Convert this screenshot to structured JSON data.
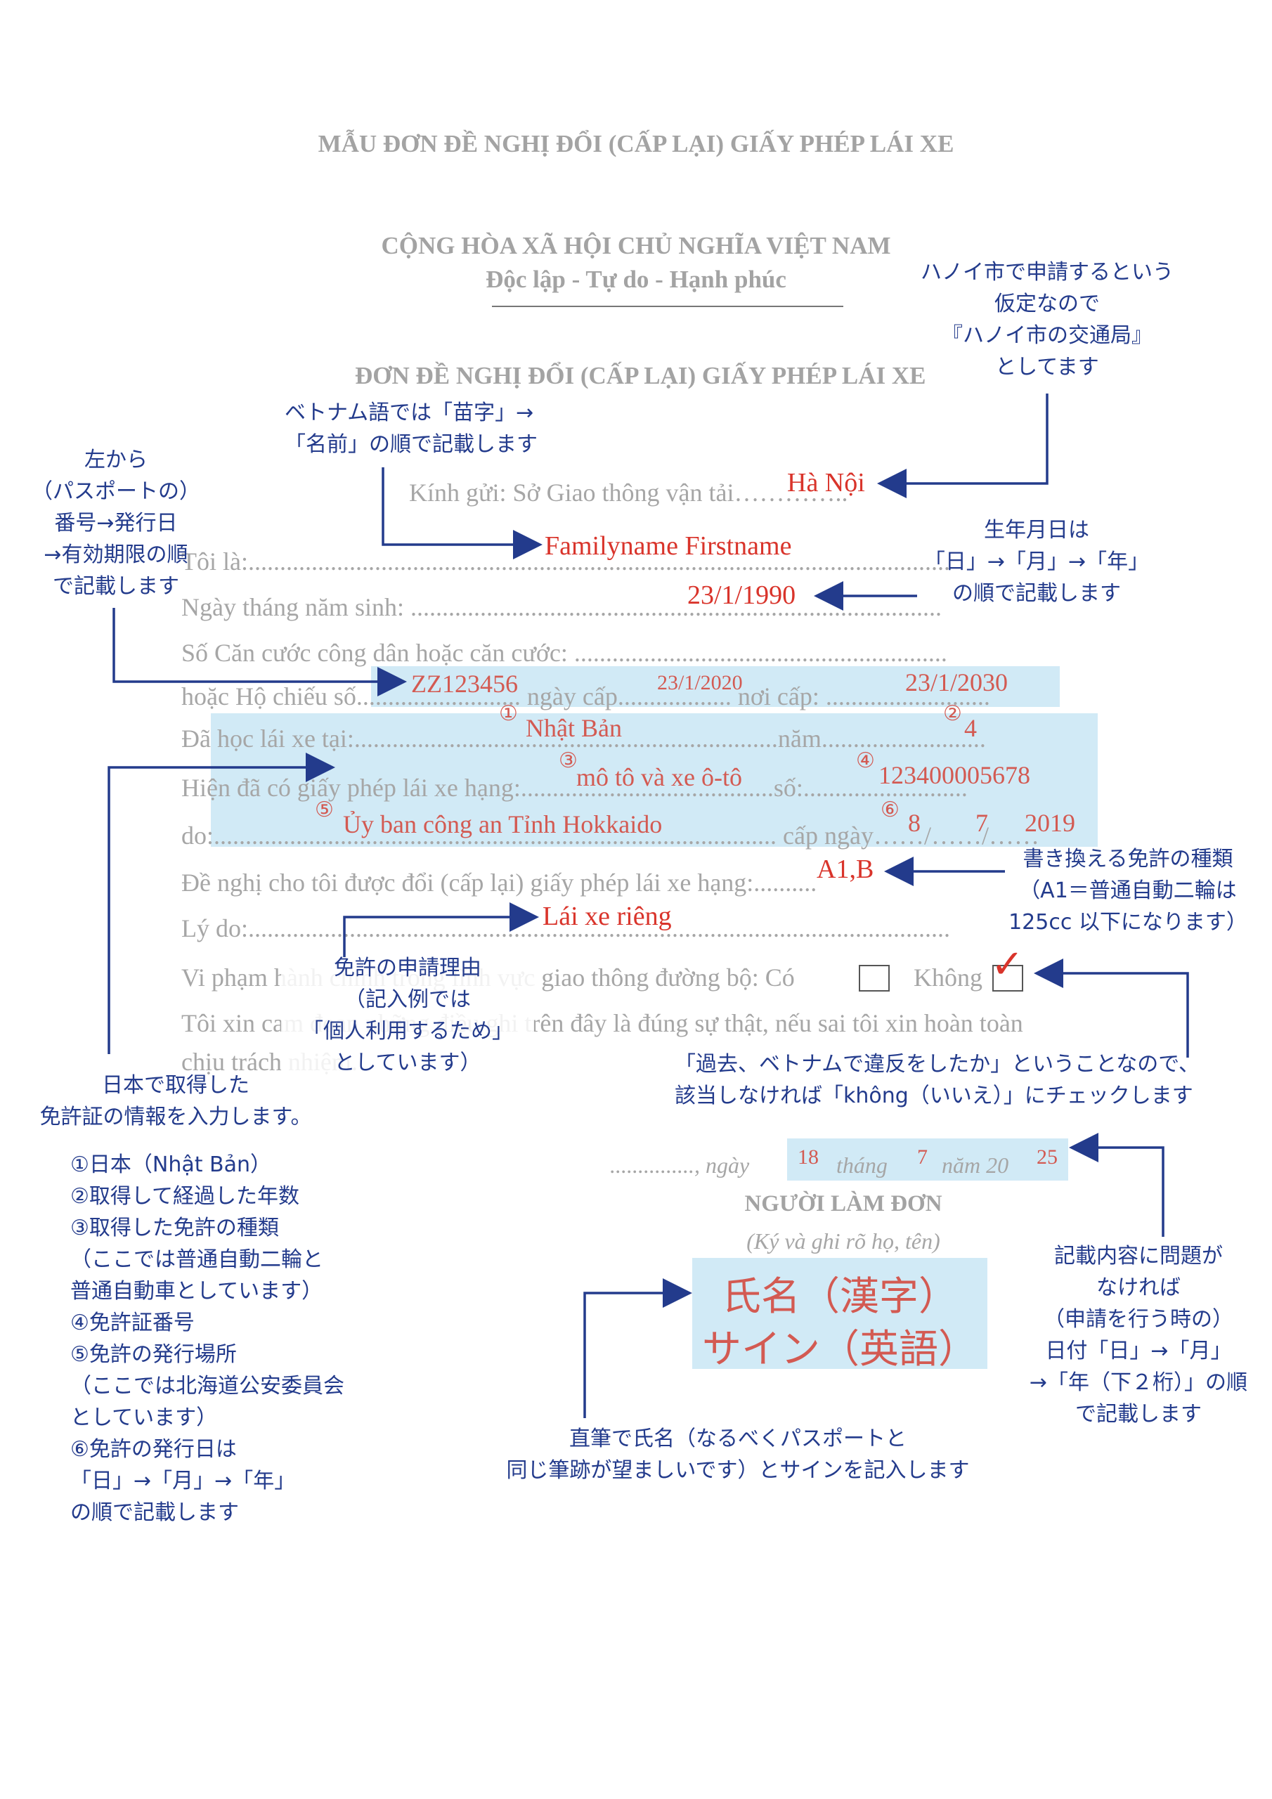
{
  "header": {
    "main_title": "MẪU ĐƠN ĐỀ NGHỊ ĐỔI (CẤP LẠI) GIẤY PHÉP LÁI XE",
    "republic": "CỘNG HÒA XÃ HỘI CHỦ NGHĨA VIỆT NAM",
    "motto": "Độc lập - Tự do - Hạnh phúc",
    "form_title": "ĐƠN ĐỀ NGHỊ ĐỔI (CẤP LẠI) GIẤY PHÉP LÁI XE"
  },
  "form_lines": {
    "kinh_gui": "Kính gửi: Sở Giao thông vận tải…………..",
    "toi_la": "Tôi là:...............................................................................................................",
    "ngay_sinh": "Ngày tháng năm sinh: ....................................................................................",
    "can_cuoc": "Số Căn cước công dân hoặc căn cước: ...........................................................",
    "ho_chieu": "hoặc Hộ chiếu số.......................... ngày cấp.................. nơi cấp: ..........................",
    "da_hoc": "Đã học lái xe tại:...................................................................năm..........................",
    "gplx": "Hiện đã có giấy phép lái xe hạng:........................................số:..........................",
    "do": "do:......................................................................................... cấp ngày……/……/……",
    "de_nghi": "Đề nghị cho tôi được đổi (cấp lại) giấy phép lái xe hạng:..........",
    "ly_do": "Lý do:...............................................................................................................",
    "vi_pham": "Vi phạm hành chính trong lĩnh vực giao thông đường bộ: Có",
    "khong": "Không",
    "cam_doan": "Tôi xin cam đoan những điều ghi trên đây là đúng sự thật, nếu sai tôi xin hoàn toàn",
    "chiu_trach": "chịu trách nhiệm.",
    "ngay_prefix": "..............., ngày",
    "thang": "tháng",
    "nam": "năm 20",
    "nguoi_lam_don": "NGƯỜI LÀM ĐƠN",
    "ky_ghi": "(Ký và ghi rõ họ, tên)"
  },
  "filled": {
    "ha_noi": "Hà Nội",
    "name": "Familyname Firstname",
    "dob": "23/1/1990",
    "passport": "ZZ123456",
    "issue_date": "23/1/2020",
    "expiry": "23/1/2030",
    "country": "Nhật Bản",
    "years": "4",
    "license_class": "mô tô và xe ô-tô",
    "license_no": "123400005678",
    "issuer": "Ủy ban công an Tỉnh Hokkaido",
    "issue_d": "8",
    "issue_m": "7",
    "issue_y": "2019",
    "new_class": "A1,B",
    "reason": "Lái xe riêng",
    "check": "✓",
    "sign_day": "18",
    "sign_month": "7",
    "sign_year": "25",
    "sign_line1": "氏名（漢字）",
    "sign_line2": "サイン（英語）"
  },
  "circled": [
    "①",
    "②",
    "③",
    "④",
    "⑤",
    "⑥"
  ],
  "notes": {
    "hanoi": [
      "ハノイ市で申請するという",
      "仮定なので",
      "『ハノイ市の交通局』",
      "としてます"
    ],
    "name_order": [
      "ベトナム語では「苗字」→",
      "「名前」の順で記載します"
    ],
    "passport_order": [
      "左から",
      "（パスポートの）",
      "番号→発行日",
      "→有効期限の順",
      "で記載します"
    ],
    "dob": [
      "生年月日は",
      "「日」→「月」→「年」",
      "の順で記載します"
    ],
    "new_class": [
      "書き換える免許の種類",
      "（A1＝普通自動二輪は",
      "125cc 以下になります）"
    ],
    "reason": [
      "免許の申請理由",
      "（記入例では",
      "「個人利用するため」",
      "としています）"
    ],
    "violation": [
      "「過去、ベトナムで違反をしたか」ということなので、",
      "該当しなければ「không（いいえ）」にチェックします"
    ],
    "japan": [
      "日本で取得した",
      "免許証の情報を入力します。"
    ],
    "japan_list": [
      "①日本（Nhật Bản）",
      "②取得して経過した年数",
      "③取得した免許の種類",
      "（ここでは普通自動二輪と",
      "普通自動車としています）",
      "④免許証番号",
      "⑤免許の発行場所",
      "（ここでは北海道公安委員会",
      "としています）",
      "⑥免許の発行日は",
      "「日」→「月」→「年」",
      "の順で記載します"
    ],
    "date": [
      "記載内容に問題が",
      "なければ",
      "（申請を行う時の）",
      "日付「日」→「月」",
      "→「年（下２桁）」の順",
      "で記載します"
    ],
    "sign": [
      "直筆で氏名（なるべくパスポートと",
      "同じ筆跡が望ましいです）とサインを記入します"
    ]
  },
  "colors": {
    "form_gray": "#a6a6a6",
    "fill_red": "#d35a52",
    "note_blue": "#233b8c",
    "highlight": "#c9e6f5"
  }
}
